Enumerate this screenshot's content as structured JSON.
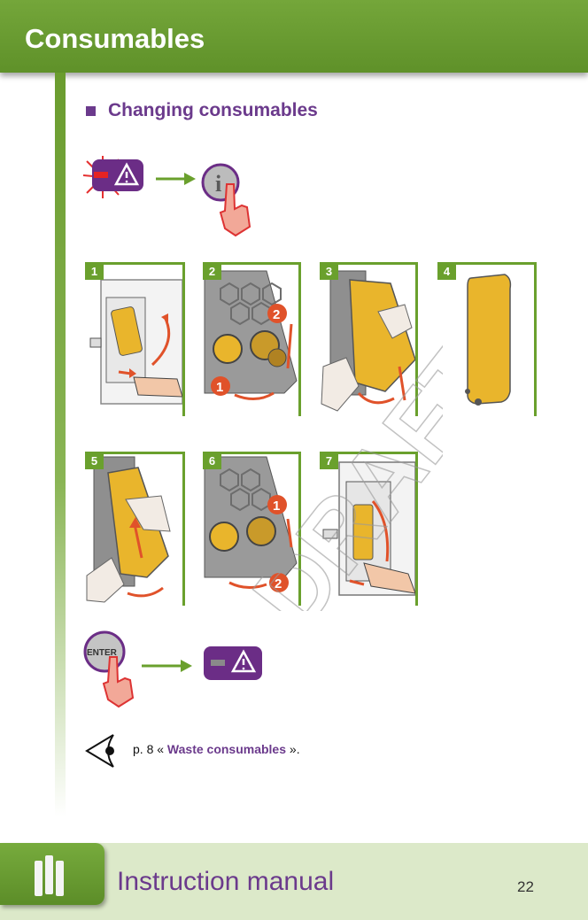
{
  "header": {
    "title": "Consumables"
  },
  "section": {
    "title": "Changing consumables"
  },
  "steps": [
    {
      "number": "1"
    },
    {
      "number": "2"
    },
    {
      "number": "3"
    },
    {
      "number": "4"
    },
    {
      "number": "5"
    },
    {
      "number": "6"
    },
    {
      "number": "7"
    }
  ],
  "enter_button": {
    "label": "ENTER"
  },
  "watermark": "DRAFT",
  "note": {
    "prefix": "p. 8 « ",
    "link": "Waste consumables",
    "suffix": " »."
  },
  "footer": {
    "title": "Instruction manual",
    "page": "22"
  },
  "colors": {
    "header_green": "#6a9c30",
    "accent_purple": "#6b3a8c",
    "cartridge_yellow": "#e9b52c",
    "arrow_orange": "#e0522a"
  },
  "icons": [
    "warning-icon",
    "info-button-icon",
    "enter-button-icon",
    "eye-icon",
    "cartridge-icon",
    "arrow-right-icon"
  ]
}
